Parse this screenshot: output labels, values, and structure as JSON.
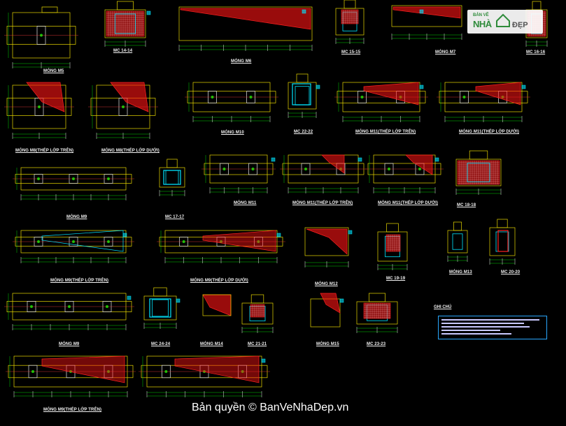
{
  "logo": {
    "top": "BẢN VẼ",
    "mid": "NHÀ",
    "right": "ĐẸP"
  },
  "watermark": "Bản quyền © BanVeNhaDep.vn",
  "notes": {
    "title": "GHI CHÚ"
  },
  "labels": {
    "l1": "MÓNG M5",
    "l2": "MC 14-14",
    "l3": "MÓNG M6",
    "l4": "MC 15-15",
    "l5": "MÓNG M7",
    "l6": "MC 16-16",
    "l7": "MÓNG M8(THÉP LỚP TRÊN)",
    "l8": "MÓNG M8(THÉP LỚP DƯỚI)",
    "l9": "MÓNG M10",
    "l10": "MC 22-22",
    "l11": "MÓNG M11(THÉP LỚP TRÊN)",
    "l12": "MÓNG M11(THÉP LỚP DƯỚI)",
    "l13": "MÓNG M9",
    "l14": "MC 17-17",
    "l15": "MÓNG M11",
    "l16": "MÓNG M11(THÉP LỚP TRÊN)",
    "l17": "MÓNG M11(THÉP LỚP DƯỚI)",
    "l18": "MC 18-18",
    "l19": "MÓNG M9(THÉP LỚP TRÊN)",
    "l20": "MÓNG M9(THÉP LỚP DƯỚI)",
    "l21": "MÓNG M12",
    "l22": "MC 19-19",
    "l23": "MÓNG M13",
    "l24": "MC 20-20",
    "l25": "MÓNG M9",
    "l26": "MC 24-24",
    "l27": "MÓNG M14",
    "l28": "MC 21-21",
    "l29": "MÓNG M15",
    "l30": "MC 23-23",
    "l31": "MÓNG M9(THÉP LỚP TRÊN)"
  }
}
